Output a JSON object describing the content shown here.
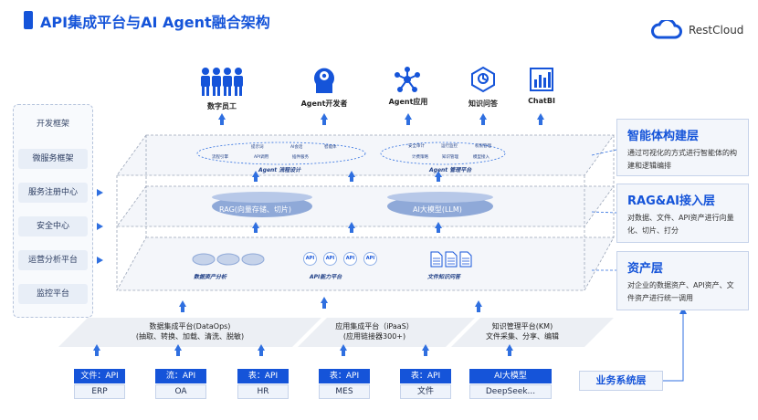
{
  "header": {
    "title": "API集成平台与AI Agent融合架构",
    "brand": "RestCloud"
  },
  "top_icons": [
    {
      "label": "数字员工",
      "icon": "people-group-icon"
    },
    {
      "label": "Agent开发者",
      "icon": "developer-head-icon"
    },
    {
      "label": "Agent应用",
      "icon": "network-nodes-icon"
    },
    {
      "label": "知识问答",
      "icon": "knowledge-icon"
    },
    {
      "label": "ChatBI",
      "icon": "bar-chart-icon"
    }
  ],
  "left_panel": {
    "title": "开发框架",
    "items": [
      "微服务框架",
      "服务注册中心",
      "安全中心",
      "运营分析平台",
      "监控平台"
    ]
  },
  "layers": {
    "agent": {
      "design_label": "Agent 流程设计",
      "manage_label": "Agent 管理平台",
      "design_nodes": [
        "提示词",
        "AI会话",
        "智能体",
        "流程引擎",
        "API调用",
        "插件服务"
      ],
      "manage_nodes": [
        "安全审计",
        "运行监控",
        "权限管理",
        "计费策略",
        "知识管理",
        "模型接入"
      ]
    },
    "rag": {
      "vector": "RAG(向量存储、切片)",
      "llm": "AI大模型(LLM)"
    },
    "asset": {
      "data_label": "数据资产分析",
      "api_label": "API能力平台",
      "file_label": "文件知识问答",
      "api_badge": "API"
    }
  },
  "right_boxes": [
    {
      "title": "智能体构建层",
      "desc": "通过可视化的方式进行智能体的构建和逻辑编排"
    },
    {
      "title": "RAG&AI接入层",
      "desc": "对数据、文件、API资产进行向量化、切片、打分"
    },
    {
      "title": "资产层",
      "desc": "对企业的数据资产、API资产、文件资产进行统一调用"
    }
  ],
  "bottom_bands": [
    {
      "line1": "数据集成平台(DataOps)",
      "line2": "(抽取、转换、加载、清洗、脱敏)"
    },
    {
      "line1": "应用集成平台（iPaaS）",
      "line2": "(应用链接器300+)"
    },
    {
      "line1": "知识管理平台(KM)",
      "line2": "文件采集、分享、编辑"
    }
  ],
  "systems": [
    {
      "top": "文件：API",
      "bottom": "ERP"
    },
    {
      "top": "流：API",
      "bottom": "OA"
    },
    {
      "top": "表：API",
      "bottom": "HR"
    },
    {
      "top": "表：API",
      "bottom": "MES"
    },
    {
      "top": "表：API",
      "bottom": "文件"
    },
    {
      "top": "AI大模型",
      "bottom": "DeepSeek..."
    }
  ],
  "business_layer": "业务系统层",
  "colors": {
    "primary": "#1554d9",
    "arrow": "#2f6fe0",
    "panel": "#f3f6fb"
  }
}
